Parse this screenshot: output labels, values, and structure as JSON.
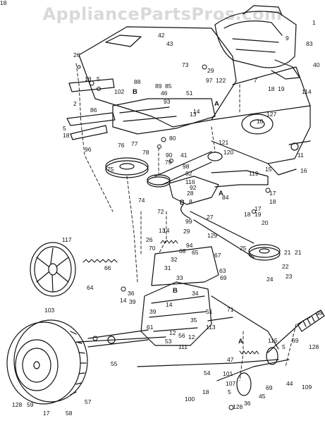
{
  "watermark": "AppliancePartsPros.com",
  "part_labels": [
    "1",
    "9",
    "83",
    "40",
    "7",
    "114",
    "19",
    "18",
    "26",
    "42",
    "43",
    "73",
    "29",
    "97",
    "122",
    "88",
    "89",
    "85",
    "46",
    "51",
    "93",
    "127",
    "18",
    "5",
    "102",
    "B",
    "2",
    "A",
    "13",
    "14",
    "86",
    "10",
    "5",
    "18",
    "96",
    "80",
    "121",
    "120",
    "76",
    "77",
    "78",
    "90",
    "41",
    "11",
    "75",
    "79",
    "98",
    "82",
    "116",
    "15",
    "119",
    "16",
    "74",
    "92",
    "28",
    "17",
    "18",
    "A",
    "84",
    "72",
    "B",
    "8",
    "17",
    "19",
    "18",
    "99",
    "27",
    "20",
    "13",
    "14",
    "129",
    "26",
    "29",
    "21",
    "70",
    "94",
    "65",
    "21",
    "25",
    "117",
    "68",
    "67",
    "66",
    "32",
    "31",
    "22",
    "24",
    "23",
    "63",
    "33",
    "69",
    "64",
    "B",
    "36",
    "71",
    "39",
    "14",
    "34",
    "103",
    "39",
    "14",
    "51",
    "48",
    "61",
    "113",
    "35",
    "53",
    "111",
    "12",
    "115",
    "69",
    "5",
    "128",
    "55",
    "A",
    "47",
    "54",
    "101",
    "107",
    "5",
    "18",
    "100",
    "128",
    "36",
    "45",
    "69",
    "44",
    "109",
    "128",
    "59",
    "17",
    "58",
    "57",
    "56",
    "12",
    "18"
  ],
  "colors": {
    "ink": "#111111",
    "watermark": "#d9d9d9",
    "paper": "#ffffff"
  }
}
